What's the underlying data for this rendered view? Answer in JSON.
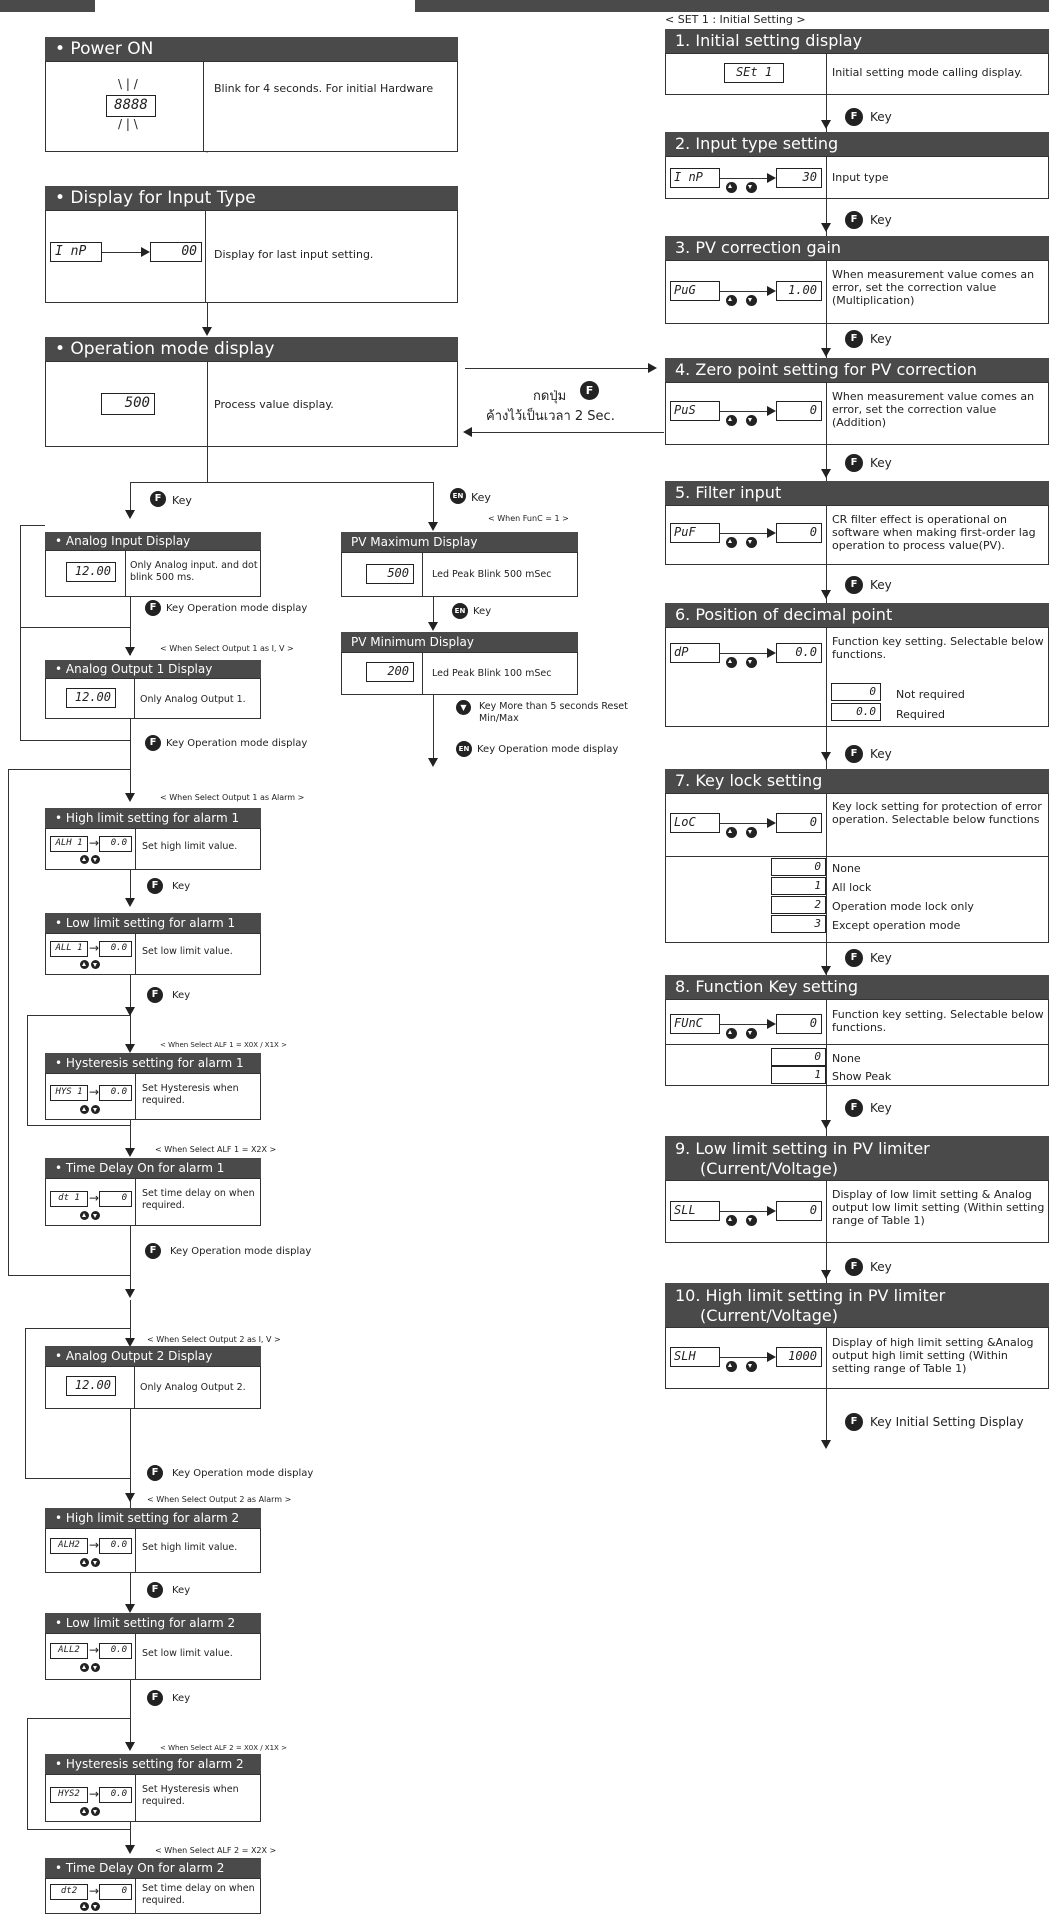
{
  "colors": {
    "header_bg": "#4a4a4a",
    "line": "#333333",
    "text": "#222222"
  },
  "top": {
    "set_caption": "< SET 1 : Initial Setting >"
  },
  "left": {
    "power": {
      "title": "• Power ON",
      "display": "8888",
      "desc": "Blink for 4 seconds. For initial Hardware"
    },
    "input_type": {
      "title": "• Display for Input Type",
      "display_a": "I nP",
      "display_b": "00",
      "desc": "Display for last input setting."
    },
    "opmode": {
      "title": "• Operation mode display",
      "display": "500",
      "desc": "Process value display."
    },
    "press_label": "กดปุ่ม",
    "hold_label": "ค้างไว้เป็นเวลา 2 Sec.",
    "f_key": "F",
    "en_key": "EN",
    "key": "Key",
    "key_opmode": "Key Operation mode display",
    "analog_in": {
      "title": "• Analog Input Display",
      "display": "12.00",
      "desc": "Only Analog input. and dot blink 500 ms."
    },
    "when_out1_iv": "< When Select Output 1 as I, V >",
    "analog_out1": {
      "title": "• Analog Output 1 Display",
      "display": "12.00",
      "desc": "Only Analog Output 1."
    },
    "when_func": "< When FunC = 1 >",
    "pv_max": {
      "title": "PV Maximum Display",
      "display": "500",
      "desc": "Led Peak Blink 500 mSec"
    },
    "pv_min": {
      "title": "PV Minimum Display",
      "display": "200",
      "desc": "Led Peak Blink 100 mSec"
    },
    "down_key": "Key More than 5 seconds Reset Min/Max",
    "when_out1_alarm": "< When Select Output 1 as Alarm >",
    "alh1": {
      "title": "• High limit setting for alarm 1",
      "code": "ALH 1",
      "val": "0.0",
      "desc": "Set high limit value."
    },
    "all1": {
      "title": "• Low limit setting for alarm 1",
      "code": "ALL 1",
      "val": "0.0",
      "desc": "Set low limit value."
    },
    "when_alf1_hys": "< When Select ALF 1 = X0X / X1X >",
    "hys1": {
      "title": "• Hysteresis setting for alarm 1",
      "code": "HYS 1",
      "val": "0.0",
      "desc": "Set Hysteresis when required."
    },
    "when_alf1_x2x": "< When Select ALF 1 = X2X >",
    "dt1": {
      "title": "• Time Delay On for alarm 1",
      "code": "dt 1",
      "val": "0",
      "desc": "Set time delay on when required."
    },
    "when_out2_iv": "< When Select Output 2 as I, V >",
    "analog_out2": {
      "title": "• Analog Output 2 Display",
      "display": "12.00",
      "desc": "Only Analog Output 2."
    },
    "when_out2_alarm": "< When Select Output 2 as Alarm >",
    "alh2": {
      "title": "• High limit setting for alarm 2",
      "code": "ALH2",
      "val": "0.0",
      "desc": "Set high limit value."
    },
    "all2": {
      "title": "• Low limit setting for alarm 2",
      "code": "ALL2",
      "val": "0.0",
      "desc": "Set low limit value."
    },
    "when_alf2_hys": "< When Select ALF 2 = X0X / X1X >",
    "hys2": {
      "title": "• Hysteresis setting for alarm 2",
      "code": "HYS2",
      "val": "0.0",
      "desc": "Set Hysteresis when required."
    },
    "when_alf2_x2x": "< When Select ALF 2 = X2X >",
    "dt2": {
      "title": "• Time Delay On for alarm 2",
      "code": "dt2",
      "val": "0",
      "desc": "Set time delay on when required."
    }
  },
  "right": {
    "s1": {
      "title": "1. Initial setting display",
      "code": "SEt 1",
      "desc": "Initial setting mode calling display."
    },
    "s2": {
      "title": "2. Input type setting",
      "code": "I nP",
      "val": "30",
      "desc": "Input type"
    },
    "s3": {
      "title": "3. PV correction gain",
      "code": "PuG",
      "val": "1.00",
      "desc": "When measurement value comes an error, set the correction value (Multiplication)"
    },
    "s4": {
      "title": "4. Zero point setting for PV correction",
      "code": "PuS",
      "val": "0",
      "desc": "When measurement value comes an error, set the correction value (Addition)"
    },
    "s5": {
      "title": "5. Filter input",
      "code": "PuF",
      "val": "0",
      "desc": "CR filter effect is operational on software when making first-order lag operation to process value(PV)."
    },
    "s6": {
      "title": "6. Position of decimal point",
      "code": "dP",
      "val": "0.0",
      "desc": "Function key setting. Selectable below functions.",
      "opts": [
        {
          "v": "0",
          "t": "Not required"
        },
        {
          "v": "0.0",
          "t": "Required"
        }
      ]
    },
    "s7": {
      "title": "7. Key lock setting",
      "code": "LoC",
      "val": "0",
      "desc": "Key lock setting for protection of error operation. Selectable below functions",
      "opts": [
        {
          "v": "0",
          "t": "None"
        },
        {
          "v": "1",
          "t": "All lock"
        },
        {
          "v": "2",
          "t": "Operation mode lock only"
        },
        {
          "v": "3",
          "t": "Except operation mode"
        }
      ]
    },
    "s8": {
      "title": "8. Function Key setting",
      "code": "FUnC",
      "val": "0",
      "desc": "Function key setting. Selectable below functions.",
      "opts": [
        {
          "v": "0",
          "t": "None"
        },
        {
          "v": "1",
          "t": "Show Peak"
        }
      ]
    },
    "s9": {
      "title": "9. Low limit setting in PV limiter",
      "title2": "(Current/Voltage)",
      "code": "SLL",
      "val": "0",
      "desc": "Display of low limit setting & Analog output low limit setting (Within setting range of Table 1)"
    },
    "s10": {
      "title": "10. High limit setting in PV limiter",
      "title2": "(Current/Voltage)",
      "code": "SLH",
      "val": "1000",
      "desc": "Display of high limit setting &Analog output high limit setting (Within setting range of Table 1)"
    },
    "end_key": "Key Initial Setting Display"
  }
}
